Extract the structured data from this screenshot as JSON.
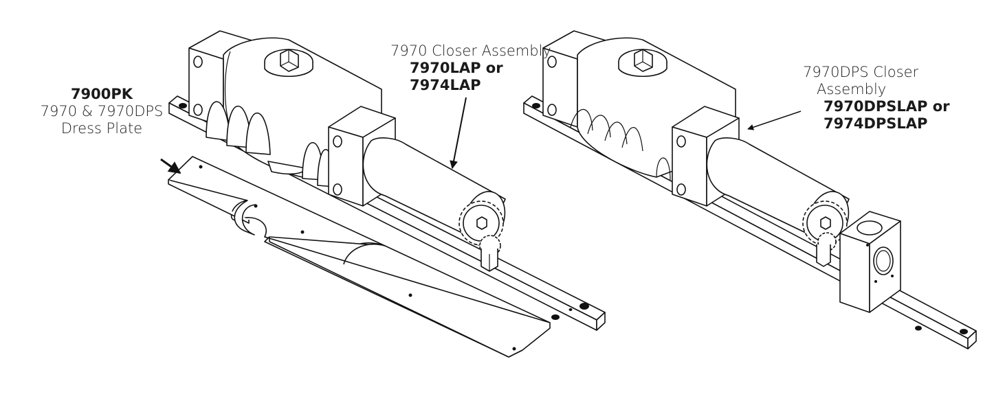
{
  "labels": {
    "dress_plate": {
      "part_number": "7900PK",
      "line1": "7970 & 7970DPS",
      "line2": "Dress Plate"
    },
    "closer_assembly": {
      "line1": "7970 Closer Assembly",
      "part_a": "7970LAP or",
      "part_b": "7974LAP"
    },
    "dps_closer_assembly": {
      "line1": "7970DPS Closer",
      "line2": "Assembly",
      "part_a": "7970DPSLAP or",
      "part_b": "7974DPSLAP"
    }
  },
  "colors": {
    "ink": "#111111",
    "background": "#ffffff"
  }
}
